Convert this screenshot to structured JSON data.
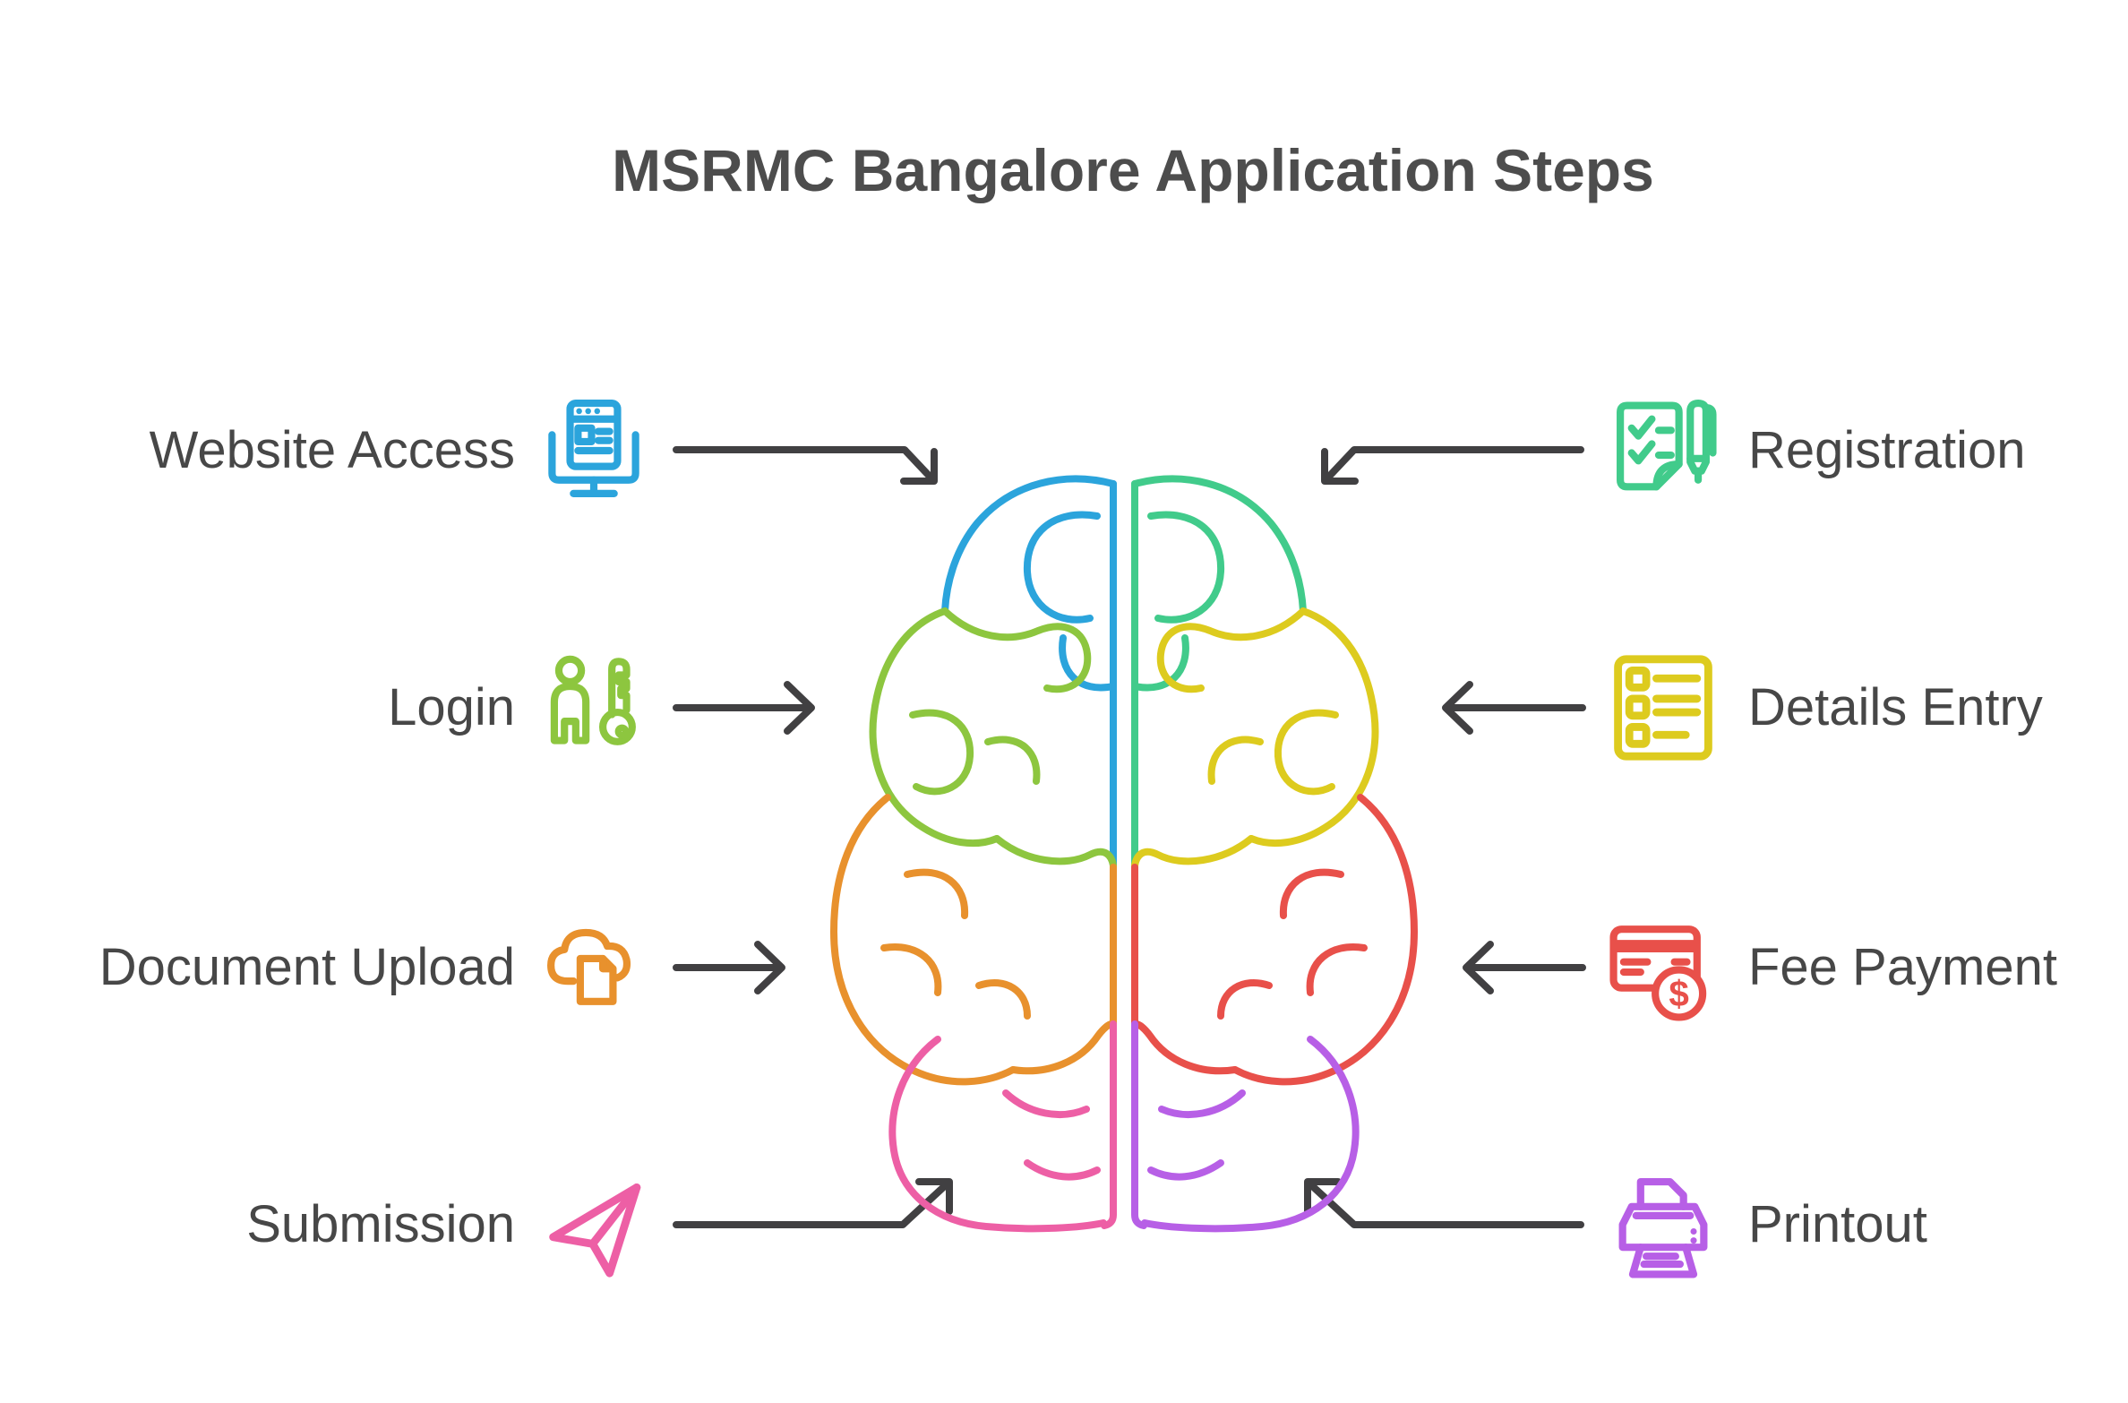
{
  "title": "MSRMC Bangalore Application Steps",
  "colors": {
    "arrow": "#414042",
    "text": "#474747",
    "title": "#4d4d4d",
    "background": "#ffffff"
  },
  "steps": {
    "left": [
      {
        "label": "Website Access",
        "icon": "website-monitor-icon",
        "color": "#2BA4DC"
      },
      {
        "label": "Login",
        "icon": "person-key-icon",
        "color": "#8DC63F"
      },
      {
        "label": "Document Upload",
        "icon": "cloud-document-icon",
        "color": "#E8912D"
      },
      {
        "label": "Submission",
        "icon": "paper-plane-icon",
        "color": "#ED5FA5"
      }
    ],
    "right": [
      {
        "label": "Registration",
        "icon": "checklist-pen-icon",
        "color": "#41CB8B"
      },
      {
        "label": "Details Entry",
        "icon": "form-list-icon",
        "color": "#DDCB1E"
      },
      {
        "label": "Fee Payment",
        "icon": "credit-card-dollar-icon",
        "color": "#E8504A"
      },
      {
        "label": "Printout",
        "icon": "printer-icon",
        "color": "#B75FE6"
      }
    ]
  },
  "brain": {
    "description": "Top-view human brain line illustration, two hemispheres, eight colored regions",
    "colors": {
      "top_left": "#2BA4DC",
      "upper_left": "#8DC63F",
      "lower_left": "#E8912D",
      "bottom_left": "#ED5FA5",
      "top_right": "#41CB8B",
      "upper_right": "#DDCB1E",
      "lower_right": "#E8504A",
      "bottom_right": "#B75FE6"
    }
  }
}
